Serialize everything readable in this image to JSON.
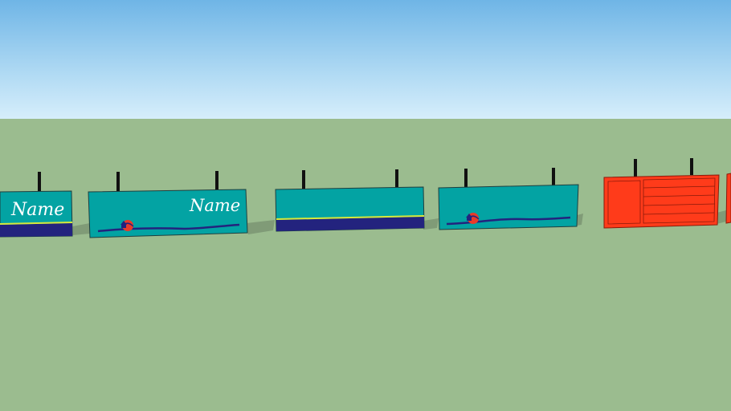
{
  "scene": {
    "sky_top_color": "#6fb5e6",
    "sky_bottom_color": "#d6eefb",
    "ground_color": "#9bbc8f"
  },
  "colors": {
    "teal_panel": "#03a3a3",
    "navy_band": "#23237e",
    "yellow_line": "#d8e83a",
    "red_panel": "#ff3b1a",
    "post": "#111111"
  },
  "signs": [
    {
      "id": "sign-1",
      "label": "Name"
    },
    {
      "id": "sign-2",
      "label": "Name",
      "logo_icon": "house-globe-logo-icon"
    },
    {
      "id": "sign-3"
    },
    {
      "id": "sign-4",
      "logo_icon": "house-globe-logo-icon"
    },
    {
      "id": "sign-5-red"
    },
    {
      "id": "sign-6-red-partial"
    }
  ]
}
